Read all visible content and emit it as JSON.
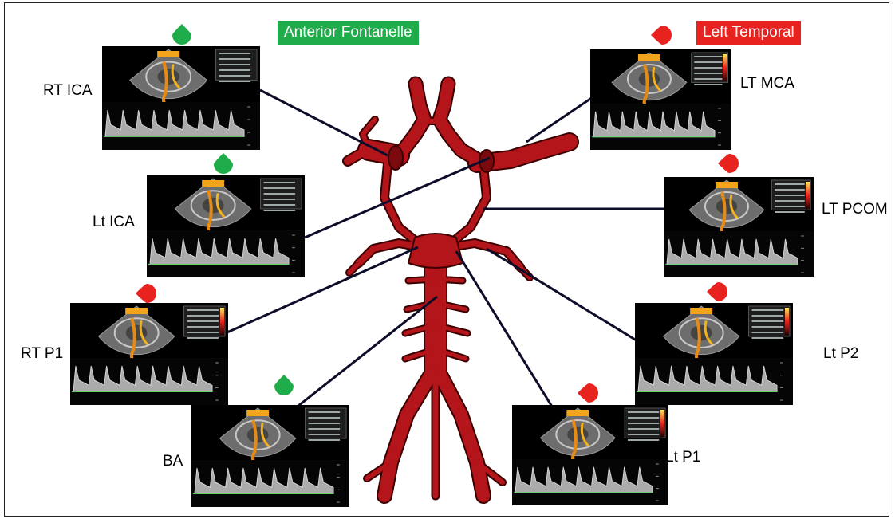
{
  "legend": {
    "anterior_fontanelle": {
      "label": "Anterior Fontanelle",
      "color": "#1fad4b",
      "marker_icon": "green-drop-icon"
    },
    "left_temporal": {
      "label": "Left Temporal",
      "color": "#e8231f",
      "marker_icon": "red-drop-icon"
    }
  },
  "vessels": [
    {
      "label": "RT ICA",
      "window": "anterior_fontanelle"
    },
    {
      "label": "Lt ICA",
      "window": "anterior_fontanelle"
    },
    {
      "label": "RT P1",
      "window": "left_temporal"
    },
    {
      "label": "BA",
      "window": "anterior_fontanelle"
    },
    {
      "label": "LT MCA",
      "window": "left_temporal"
    },
    {
      "label": "LT PCOM",
      "window": "left_temporal"
    },
    {
      "label": "Lt P2",
      "window": "left_temporal"
    },
    {
      "label": "Lt P1",
      "window": "left_temporal"
    }
  ],
  "colors": {
    "artery": "#b3151a",
    "artery_outline": "#3a0000",
    "connector": "#0d0d2a"
  }
}
